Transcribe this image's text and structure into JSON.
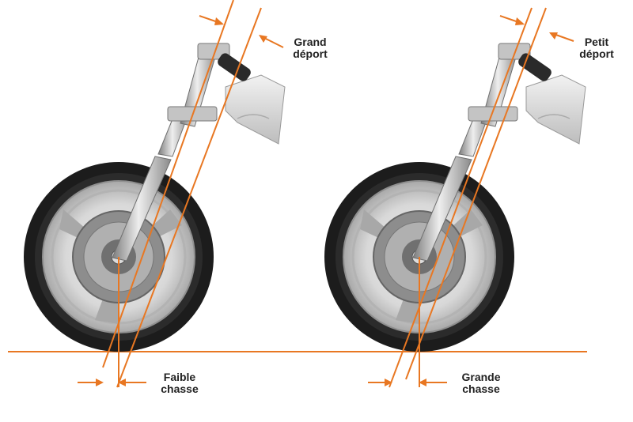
{
  "colors": {
    "accent": "#e87722",
    "tire": "#1c1c1c",
    "rim": "#cfcfcf",
    "metal": "#b5b5b5",
    "frame": "#dcdcdc"
  },
  "diagrams": [
    {
      "id": "left",
      "offset_label": [
        "Grand",
        "déport"
      ],
      "trail_label": [
        "Faible",
        "chasse"
      ]
    },
    {
      "id": "right",
      "offset_label": [
        "Petit",
        "déport"
      ],
      "trail_label": [
        "Grande",
        "chasse"
      ]
    }
  ]
}
